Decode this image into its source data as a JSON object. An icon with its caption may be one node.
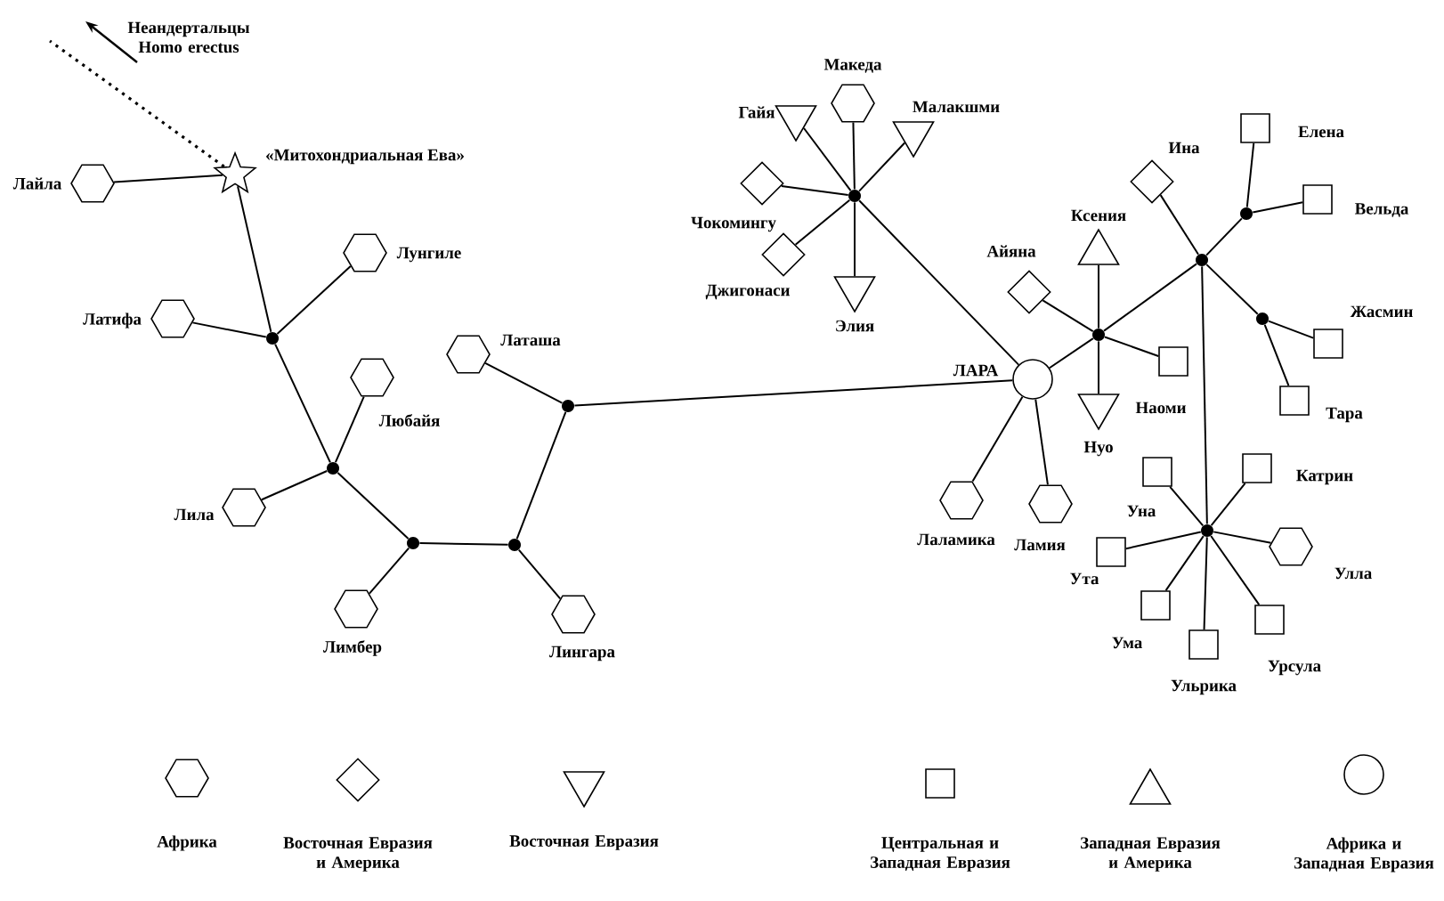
{
  "diagram": {
    "nodes": [
      {
        "text": [
          "«Митохондриальная Ева»"
        ]
      },
      {
        "text": [
          "Лайла"
        ]
      },
      {
        "text": [],
        "shape": "dot"
      },
      {
        "text": [
          "Лунгиле"
        ]
      },
      {
        "text": [
          "Латифа"
        ]
      },
      {
        "text": [],
        "shape": "dot"
      },
      {
        "text": [
          "Любайя"
        ]
      },
      {
        "text": [
          "Лила"
        ]
      },
      {
        "text": [],
        "shape": "dot"
      },
      {
        "text": [
          "Лимбер"
        ]
      },
      {
        "text": [],
        "shape": "dot"
      },
      {
        "text": [
          "Лингара"
        ]
      },
      {
        "text": [],
        "shape": "dot"
      },
      {
        "text": [
          "Латаша"
        ]
      },
      {
        "text": [
          "ЛАРА"
        ]
      },
      {
        "text": [],
        "shape": "dot"
      },
      {
        "text": [
          "Македа"
        ]
      },
      {
        "text": [
          "Гайя"
        ]
      },
      {
        "text": [
          "Малакшми"
        ]
      },
      {
        "text": [
          "Чокомингу"
        ]
      },
      {
        "text": [
          "Джигонаси"
        ]
      },
      {
        "text": [
          "Элия"
        ]
      },
      {
        "text": [],
        "shape": "dot"
      },
      {
        "text": [
          "Ксения"
        ]
      },
      {
        "text": [
          "Айяна"
        ]
      },
      {
        "text": [
          "Наоми"
        ]
      },
      {
        "text": [
          "Нуо"
        ]
      },
      {
        "text": [],
        "shape": "dot"
      },
      {
        "text": [
          "Ина"
        ]
      },
      {
        "text": [],
        "shape": "dot"
      },
      {
        "text": [
          "Елена"
        ]
      },
      {
        "text": [
          "Вельда"
        ]
      },
      {
        "text": [],
        "shape": "dot"
      },
      {
        "text": [
          "Жасмин"
        ]
      },
      {
        "text": [
          "Тара"
        ]
      },
      {
        "text": [],
        "shape": "dot"
      },
      {
        "text": [
          "Уна"
        ]
      },
      {
        "text": [
          "Катрин"
        ]
      },
      {
        "text": [
          "Ута"
        ]
      },
      {
        "text": [
          "Улла"
        ]
      },
      {
        "text": [
          "Ума"
        ]
      },
      {
        "text": [
          "Ульрика"
        ]
      },
      {
        "text": [
          "Урсула"
        ]
      },
      {
        "text": [
          "Лаламика"
        ]
      },
      {
        "text": [
          "Ламия"
        ]
      }
    ],
    "edges": [
      {
        "from": 0,
        "to": null,
        "arrow": "none",
        "style": "dashed"
      },
      {
        "from": 1,
        "to": 0,
        "arrow": "none"
      },
      {
        "from": 0,
        "to": 2,
        "arrow": "none"
      },
      {
        "from": 2,
        "to": 3,
        "arrow": "none"
      },
      {
        "from": 2,
        "to": 4,
        "arrow": "none"
      },
      {
        "from": 2,
        "to": 5,
        "arrow": "none"
      },
      {
        "from": 5,
        "to": 6,
        "arrow": "none"
      },
      {
        "from": 5,
        "to": 7,
        "arrow": "none"
      },
      {
        "from": 5,
        "to": 8,
        "arrow": "none"
      },
      {
        "from": 8,
        "to": 9,
        "arrow": "none"
      },
      {
        "from": 8,
        "to": 10,
        "arrow": "none"
      },
      {
        "from": 10,
        "to": 11,
        "arrow": "none"
      },
      {
        "from": 10,
        "to": 12,
        "arrow": "none"
      },
      {
        "from": 12,
        "to": 13,
        "arrow": "none"
      },
      {
        "from": 12,
        "to": 14,
        "arrow": "none"
      },
      {
        "from": 14,
        "to": 15,
        "arrow": "none"
      },
      {
        "from": 15,
        "to": 16,
        "arrow": "none"
      },
      {
        "from": 15,
        "to": 17,
        "arrow": "none"
      },
      {
        "from": 15,
        "to": 18,
        "arrow": "none"
      },
      {
        "from": 15,
        "to": 19,
        "arrow": "none"
      },
      {
        "from": 15,
        "to": 20,
        "arrow": "none"
      },
      {
        "from": 15,
        "to": 21,
        "arrow": "none"
      },
      {
        "from": 14,
        "to": 22,
        "arrow": "none"
      },
      {
        "from": 22,
        "to": 23,
        "arrow": "none"
      },
      {
        "from": 22,
        "to": 24,
        "arrow": "none"
      },
      {
        "from": 22,
        "to": 25,
        "arrow": "none"
      },
      {
        "from": 22,
        "to": 26,
        "arrow": "none"
      },
      {
        "from": 22,
        "to": 27,
        "arrow": "none"
      },
      {
        "from": 27,
        "to": 28,
        "arrow": "none"
      },
      {
        "from": 27,
        "to": 29,
        "arrow": "none"
      },
      {
        "from": 29,
        "to": 30,
        "arrow": "none"
      },
      {
        "from": 29,
        "to": 31,
        "arrow": "none"
      },
      {
        "from": 27,
        "to": 32,
        "arrow": "none"
      },
      {
        "from": 32,
        "to": 33,
        "arrow": "none"
      },
      {
        "from": 32,
        "to": 34,
        "arrow": "none"
      },
      {
        "from": 27,
        "to": 35,
        "arrow": "none"
      },
      {
        "from": 35,
        "to": 36,
        "arrow": "none"
      },
      {
        "from": 35,
        "to": 37,
        "arrow": "none"
      },
      {
        "from": 35,
        "to": 38,
        "arrow": "none"
      },
      {
        "from": 35,
        "to": 39,
        "arrow": "none"
      },
      {
        "from": 35,
        "to": 40,
        "arrow": "none"
      },
      {
        "from": 35,
        "to": 41,
        "arrow": "none"
      },
      {
        "from": 35,
        "to": 42,
        "arrow": "none"
      },
      {
        "from": 14,
        "to": 43,
        "arrow": "none"
      },
      {
        "from": 14,
        "to": 44,
        "arrow": "none"
      }
    ],
    "labels": [
      "Неандертальцы Homo erectus"
    ],
    "legend": [
      {
        "text": "Африка"
      },
      {
        "text": "Восточная Евразия и Америка"
      },
      {
        "text": "Восточная Евразия"
      },
      {
        "text": "Центральная и Западная Евразия"
      },
      {
        "text": "Западная Евразия и Америка"
      },
      {
        "text": "Африка и Западная Евразия"
      }
    ]
  }
}
